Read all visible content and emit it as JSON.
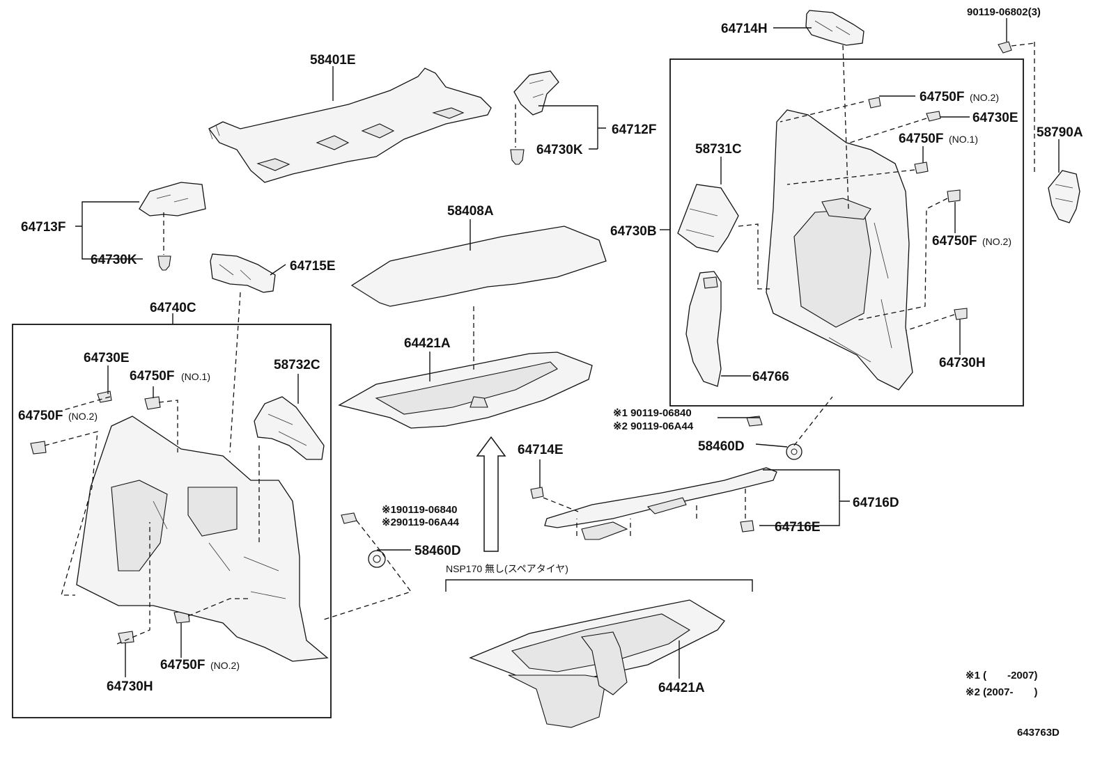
{
  "labels": {
    "l_58401E": "58401E",
    "l_64712F": "64712F",
    "l_64730K_top": "64730K",
    "l_64713F": "64713F",
    "l_64730K_left": "64730K",
    "l_64715E": "64715E",
    "l_64740C": "64740C",
    "l_58408A": "58408A",
    "l_64421A_mid": "64421A",
    "l_64714H": "64714H",
    "l_90119_06802": "90119-06802(3)",
    "l_64750F_no2_a": "64750F",
    "l_64730E_right": "64730E",
    "l_64750F_no1_r": "64750F",
    "l_58790A": "58790A",
    "l_58731C": "58731C",
    "l_64730B": "64730B",
    "l_64750F_no2_b": "64750F",
    "l_64730H_right": "64730H",
    "l_64766": "64766",
    "l_64730E_left": "64730E",
    "l_64750F_no1_l": "64750F",
    "l_64750F_no2_l": "64750F",
    "l_58732C": "58732C",
    "l_64730H_left": "64730H",
    "l_64750F_no2_bot": "64750F",
    "l_58460D_left": "58460D",
    "l_58460D_right": "58460D",
    "l_64714E": "64714E",
    "l_64716D": "64716D",
    "l_64716E": "64716E",
    "l_64421A_bot": "64421A",
    "l_ref": "643763D"
  },
  "sublabels": {
    "no1": "(NO.1)",
    "no2": "(NO.2)"
  },
  "notes": {
    "bolt_left_1": "※190119-06840",
    "bolt_left_2": "※290119-06A44",
    "bolt_right_1": "※1 90119-06840",
    "bolt_right_2": "※2 90119-06A44",
    "nsp": "NSP170 無し(スペアタイヤ)",
    "legend_1": "※1 (　　-2007)",
    "legend_2": "※2 (2007-　　)"
  }
}
